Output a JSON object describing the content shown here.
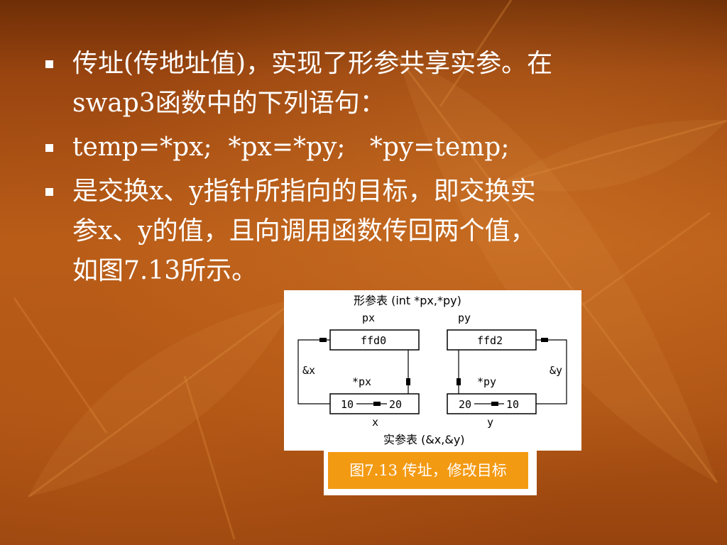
{
  "slide": {
    "bullets": [
      {
        "lines": [
          "传址(传地址值)，实现了形参共享实参。在",
          "swap3函数中的下列语句："
        ]
      },
      {
        "lines": [
          "temp=*px;  *px=*py;   *py=temp;"
        ]
      },
      {
        "lines": [
          "是交换x、y指针所指向的目标，即交换实",
          "参x、y的值，且向调用函数传回两个值，",
          "如图7.13所示。"
        ]
      }
    ]
  },
  "figure": {
    "formal_title": "形参表 (int *px,*py)",
    "actual_title": "实参表 (&x,&y)",
    "px_label": "px",
    "py_label": "py",
    "px_value": "ffd0",
    "py_value": "ffd2",
    "deref_px_label": "*px",
    "deref_py_label": "*py",
    "addr_x_label": "&x",
    "addr_y_label": "&y",
    "x_old": "10",
    "x_new": "20",
    "y_old": "20",
    "y_new": "10",
    "x_label": "x",
    "y_label": "y",
    "caption": "图7.13 传址，修改目标"
  },
  "colors": {
    "background": "#b85c18",
    "text": "#ffffff",
    "caption_box": "#f39a13"
  }
}
